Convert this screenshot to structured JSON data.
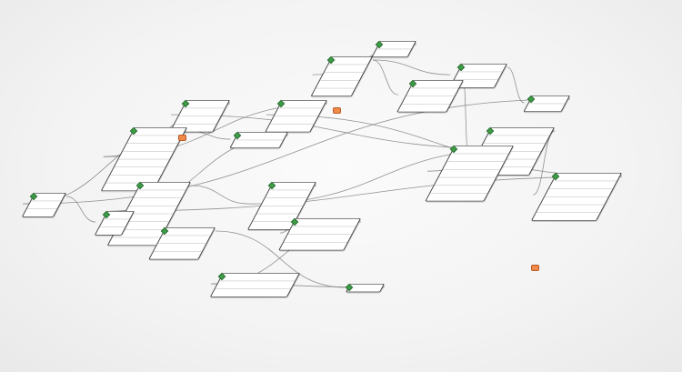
{
  "diagram": {
    "nodes": [
      {
        "id": "n1",
        "rows": [
          "",
          ""
        ]
      },
      {
        "id": "n2",
        "rows": [
          "",
          "",
          "",
          "",
          ""
        ]
      },
      {
        "id": "n3",
        "rows": [
          "",
          "",
          ""
        ]
      },
      {
        "id": "n4",
        "rows": [
          "",
          "",
          "",
          ""
        ]
      },
      {
        "id": "n5",
        "rows": [
          "",
          ""
        ]
      },
      {
        "id": "n6",
        "rows": [
          "",
          "",
          "",
          "",
          "",
          ""
        ]
      },
      {
        "id": "n7",
        "rows": [
          "",
          "",
          "",
          "",
          "",
          "",
          ""
        ]
      },
      {
        "id": "n8",
        "rows": [
          "",
          "",
          "",
          "",
          "",
          ""
        ]
      },
      {
        "id": "n9",
        "rows": [
          "",
          "",
          "",
          ""
        ]
      },
      {
        "id": "n10",
        "rows": [
          "",
          "",
          "",
          ""
        ]
      },
      {
        "id": "n11",
        "rows": [
          "",
          "",
          "",
          "",
          "",
          "",
          "",
          ""
        ]
      },
      {
        "id": "n12",
        "rows": [
          "",
          ""
        ]
      },
      {
        "id": "n13",
        "rows": [
          "",
          "",
          ""
        ]
      },
      {
        "id": "n14",
        "rows": [
          "",
          "",
          "",
          "",
          "",
          "",
          "",
          ""
        ]
      },
      {
        "id": "n15",
        "rows": [
          "",
          "",
          ""
        ]
      },
      {
        "id": "n16",
        "rows": [
          "",
          "",
          "",
          "",
          "",
          ""
        ]
      },
      {
        "id": "n17",
        "rows": [
          "",
          "",
          "",
          ""
        ]
      },
      {
        "id": "n18",
        "rows": [
          "",
          "",
          "",
          ""
        ]
      },
      {
        "id": "n19",
        "rows": [
          ""
        ]
      },
      {
        "id": "n20",
        "rows": [
          "",
          "",
          ""
        ]
      }
    ],
    "edges": [
      [
        "n1",
        "n2"
      ],
      [
        "n2",
        "n3"
      ],
      [
        "n2",
        "n4"
      ],
      [
        "n3",
        "n5"
      ],
      [
        "n4",
        "n6"
      ],
      [
        "n6",
        "n7"
      ],
      [
        "n6",
        "n8"
      ],
      [
        "n7",
        "n9"
      ],
      [
        "n8",
        "n10"
      ],
      [
        "n9",
        "n11"
      ],
      [
        "n10",
        "n11"
      ],
      [
        "n11",
        "n12"
      ],
      [
        "n11",
        "n13"
      ],
      [
        "n12",
        "n14"
      ],
      [
        "n13",
        "n15"
      ],
      [
        "n14",
        "n16"
      ],
      [
        "n15",
        "n17"
      ],
      [
        "n16",
        "n18"
      ],
      [
        "n17",
        "n19"
      ],
      [
        "n18",
        "n20"
      ],
      [
        "n19",
        "n20"
      ],
      [
        "n8",
        "n14"
      ],
      [
        "n7",
        "n16"
      ],
      [
        "n5",
        "n13"
      ]
    ]
  }
}
